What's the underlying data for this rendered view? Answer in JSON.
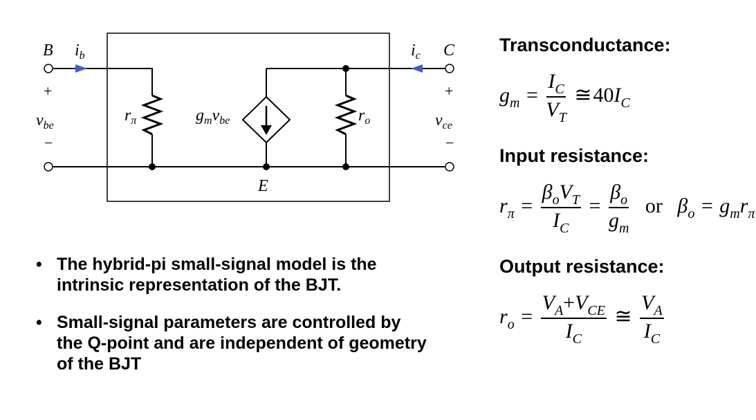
{
  "circuit": {
    "node_B": "B",
    "node_C": "C",
    "node_E": "E",
    "i_b": {
      "base": "i",
      "sub": "b"
    },
    "i_c": {
      "base": "i",
      "sub": "c"
    },
    "v_be": {
      "base": "v",
      "sub": "be"
    },
    "v_ce": {
      "base": "v",
      "sub": "ce"
    },
    "r_pi": {
      "base": "r",
      "sub": "π"
    },
    "r_o": {
      "base": "r",
      "sub": "o"
    },
    "gm_vbe": {
      "g": "g",
      "gsub": "m",
      "v": "v",
      "vsub": "be"
    },
    "plus": "+",
    "minus": "−"
  },
  "headings": {
    "transconductance": "Transconductance:",
    "input_resistance": "Input resistance:",
    "output_resistance": "Output resistance:"
  },
  "equations": {
    "gm": {
      "lhs": "g",
      "lhs_sub": "m",
      "eq": "=",
      "num": "I",
      "num_sub": "C",
      "den": "V",
      "den_sub": "T",
      "approx": "≅",
      "rhs_coef": "40",
      "rhs": "I",
      "rhs_sub": "C"
    },
    "rpi": {
      "lhs": "r",
      "lhs_sub": "π",
      "eq1": "=",
      "num1_a": "β",
      "num1_a_sub": "o",
      "num1_b": "V",
      "num1_b_sub": "T",
      "den1": "I",
      "den1_sub": "C",
      "eq2": "=",
      "num2": "β",
      "num2_sub": "o",
      "den2": "g",
      "den2_sub": "m",
      "or": "or",
      "beta": "β",
      "beta_sub": "o",
      "eq3": "=",
      "g": "g",
      "g_sub": "m",
      "r": "r",
      "r_sub": "π"
    },
    "ro": {
      "lhs": "r",
      "lhs_sub": "o",
      "eq": "=",
      "num1_a": "V",
      "num1_a_sub": "A",
      "plus": "+",
      "num1_b": "V",
      "num1_b_sub": "CE",
      "den1": "I",
      "den1_sub": "C",
      "approx": "≅",
      "num2": "V",
      "num2_sub": "A",
      "den2": "I",
      "den2_sub": "C"
    }
  },
  "bullets": [
    {
      "marker": "•",
      "text": "The hybrid-pi small-signal model is the intrinsic representation of the BJT."
    },
    {
      "marker": "•",
      "text": "Small-signal parameters are controlled by the Q-point and are independent of geometry of the BJT"
    }
  ],
  "colors": {
    "arrow": "#3a5fcd",
    "ink": "#000000"
  }
}
